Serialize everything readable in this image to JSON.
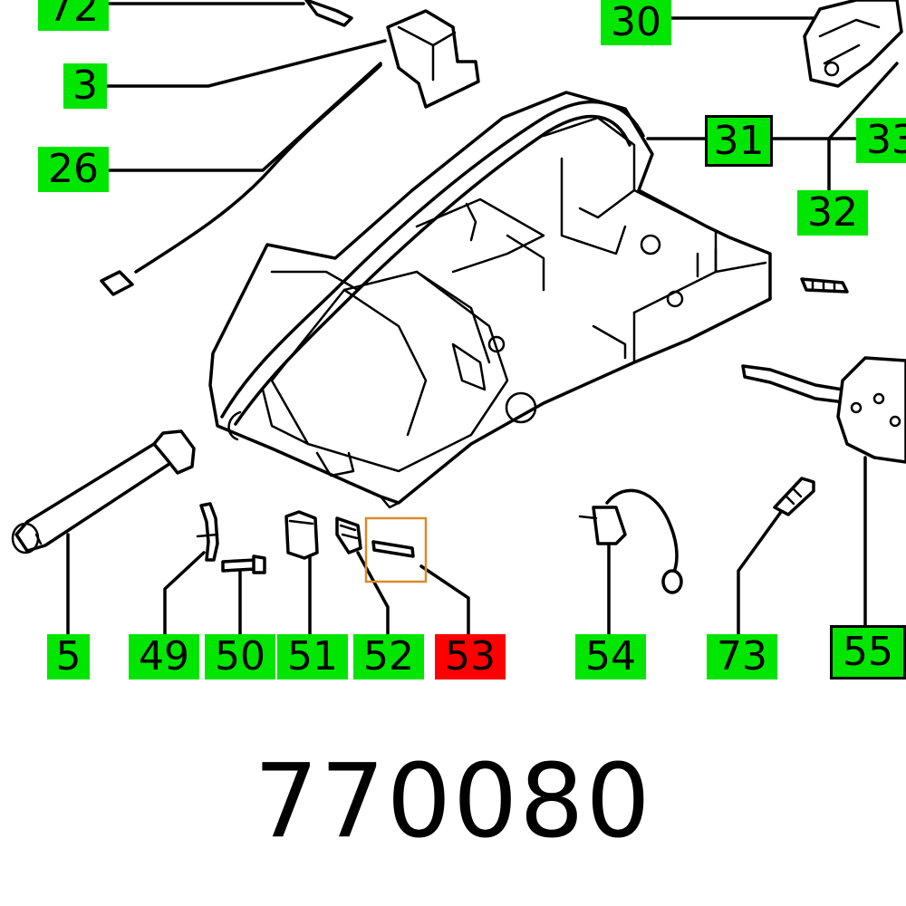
{
  "part_number": "770080",
  "highlight_color": "#ff0000",
  "label_color": "#00e600",
  "selection_box_color": "#d98a2b",
  "labels": [
    {
      "id": "72",
      "text": "72",
      "state": "normal"
    },
    {
      "id": "3",
      "text": "3",
      "state": "normal"
    },
    {
      "id": "26",
      "text": "26",
      "state": "normal"
    },
    {
      "id": "30",
      "text": "30",
      "state": "normal"
    },
    {
      "id": "31",
      "text": "31",
      "state": "normal"
    },
    {
      "id": "33",
      "text": "33",
      "state": "normal"
    },
    {
      "id": "32",
      "text": "32",
      "state": "normal"
    },
    {
      "id": "5",
      "text": "5",
      "state": "normal"
    },
    {
      "id": "49",
      "text": "49",
      "state": "normal"
    },
    {
      "id": "50",
      "text": "50",
      "state": "normal"
    },
    {
      "id": "51",
      "text": "51",
      "state": "normal"
    },
    {
      "id": "52",
      "text": "52",
      "state": "normal"
    },
    {
      "id": "53",
      "text": "53",
      "state": "highlighted"
    },
    {
      "id": "54",
      "text": "54",
      "state": "normal"
    },
    {
      "id": "73",
      "text": "73",
      "state": "normal"
    },
    {
      "id": "55",
      "text": "55",
      "state": "normal"
    }
  ]
}
